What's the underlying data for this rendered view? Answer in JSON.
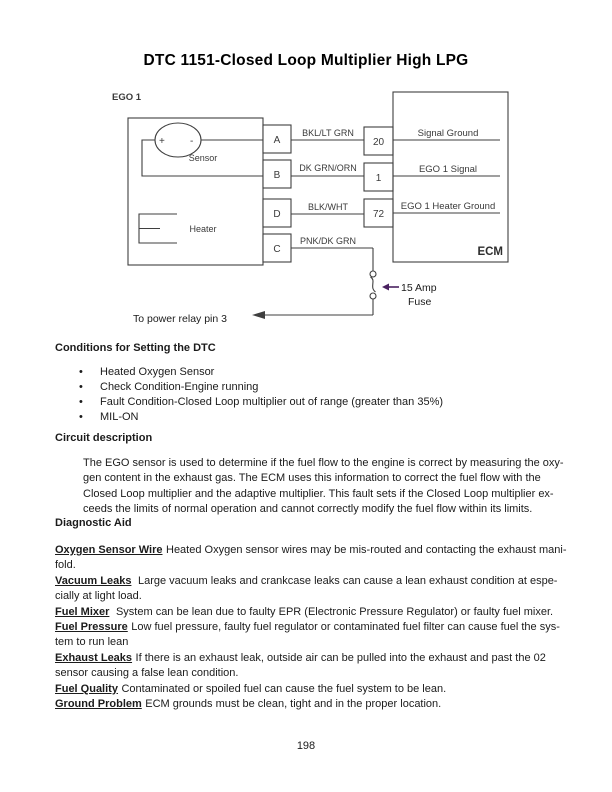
{
  "title": "DTC 1151-Closed Loop Multiplier High LPG",
  "page": {
    "number": "198"
  },
  "diagram": {
    "component_label": "EGO 1",
    "sensor_label": "Sensor",
    "heater_label": "Heater",
    "plus": "+",
    "minus": "-",
    "connectors": [
      "A",
      "B",
      "D",
      "C"
    ],
    "wire_labels": [
      "BKL/LT GRN",
      "DK GRN/ORN",
      "BLK/WHT",
      "PNK/DK GRN"
    ],
    "pins": [
      "20",
      "1",
      "72"
    ],
    "ecm_signals": [
      "Signal Ground",
      "EGO 1 Signal",
      "EGO 1 Heater Ground"
    ],
    "ecm_label": "ECM",
    "fuse_label_line1": "15 Amp",
    "fuse_label_line2": "Fuse",
    "relay_note": "To power relay pin 3",
    "fuse_arrow_color": "#4a2160",
    "line_color": "#3f3f3f"
  },
  "conditions": {
    "heading": "Conditions for Setting the DTC",
    "bullet_glyph": "•",
    "bullets": [
      "Heated Oxygen Sensor",
      "Check Condition-Engine running",
      "Fault Condition-Closed Loop multiplier out of range (greater than 35%)",
      "MIL-ON"
    ]
  },
  "circuit": {
    "heading": "Circuit description",
    "lines": [
      "The EGO sensor is used to determine if the fuel flow to the engine is correct by measuring the oxy-",
      "gen content in the exhaust gas. The ECM uses this information to correct the fuel flow with the",
      "Closed Loop multiplier and the adaptive multiplier. This fault sets if the Closed Loop multiplier ex-",
      "ceeds the limits of normal operation and cannot correctly modify the fuel flow within its limits."
    ]
  },
  "diagnostic": {
    "heading": "Diagnostic Aid",
    "entries": [
      {
        "label": "Oxygen Sensor Wire",
        "lines": [
          "Heated Oxygen sensor wires may be mis-routed and contacting the exhaust mani-",
          "fold."
        ]
      },
      {
        "label": "Vacuum Leaks",
        "lines": [
          " Large vacuum leaks and crankcase leaks can cause a lean exhaust condition at espe-",
          "cially at light load."
        ]
      },
      {
        "label": "Fuel Mixer",
        "lines": [
          " System can be lean due to faulty EPR (Electronic Pressure Regulator) or faulty fuel mixer."
        ]
      },
      {
        "label": "Fuel Pressure",
        "lines": [
          "Low fuel pressure, faulty fuel regulator or contaminated fuel filter can cause fuel the sys-",
          "tem to run lean"
        ]
      },
      {
        "label": "Exhaust Leaks",
        "lines": [
          "If there is an exhaust leak, outside air can be pulled into the exhaust and past the 02",
          "sensor causing a false lean condition."
        ]
      },
      {
        "label": "Fuel Quality",
        "lines": [
          "Contaminated or spoiled fuel can cause the fuel system to be lean."
        ]
      },
      {
        "label": "Ground Problem",
        "lines": [
          "ECM grounds must be clean, tight and in the proper location."
        ]
      }
    ]
  }
}
